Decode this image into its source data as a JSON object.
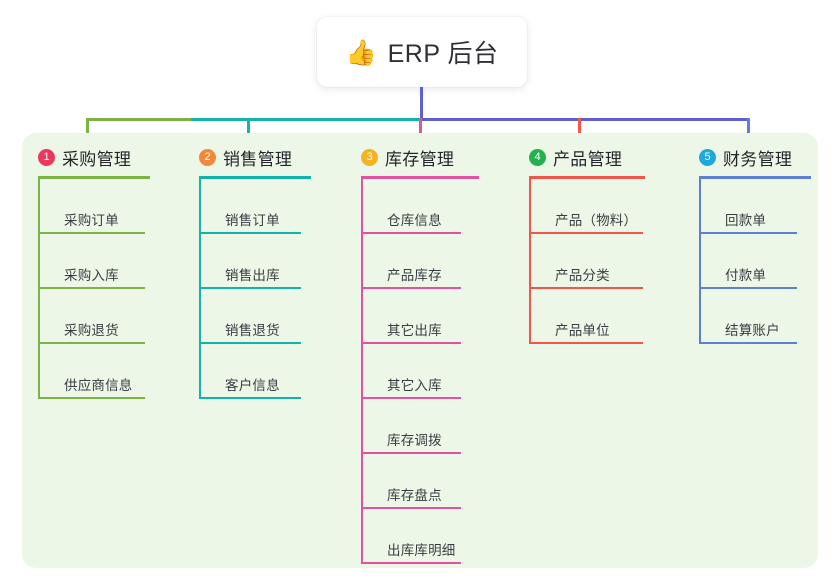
{
  "root": {
    "icon": "thumbs-up-icon",
    "emoji": "👍",
    "title": "ERP 后台"
  },
  "connector_colors": {
    "root_stem": "#5d5fd4",
    "bus_green": "#7cb342",
    "bus_teal": "#12b3a8",
    "bus_purple": "#5d5fd4"
  },
  "panel": {
    "background": "#edf7e8"
  },
  "columns": [
    {
      "number": "1",
      "title": "采购管理",
      "badge_color": "#ec3860",
      "line_color": "#7cb342",
      "items": [
        {
          "label": "采购订单"
        },
        {
          "label": "采购入库"
        },
        {
          "label": "采购退货"
        },
        {
          "label": "供应商信息"
        }
      ]
    },
    {
      "number": "2",
      "title": "销售管理",
      "badge_color": "#f0893c",
      "line_color": "#12b3a8",
      "items": [
        {
          "label": "销售订单"
        },
        {
          "label": "销售出库"
        },
        {
          "label": "销售退货"
        },
        {
          "label": "客户信息"
        }
      ]
    },
    {
      "number": "3",
      "title": "库存管理",
      "badge_color": "#f5b324",
      "line_color": "#e252a0",
      "items": [
        {
          "label": "仓库信息"
        },
        {
          "label": "产品库存"
        },
        {
          "label": "其它出库"
        },
        {
          "label": "其它入库"
        },
        {
          "label": "库存调拨"
        },
        {
          "label": "库存盘点"
        },
        {
          "label": "出库库明细"
        }
      ]
    },
    {
      "number": "4",
      "title": "产品管理",
      "badge_color": "#22b14c",
      "line_color": "#f0564a",
      "items": [
        {
          "label": "产品（物料）"
        },
        {
          "label": "产品分类"
        },
        {
          "label": "产品单位"
        }
      ]
    },
    {
      "number": "5",
      "title": "财务管理",
      "badge_color": "#1fa8dc",
      "line_color": "#5d7fd4",
      "items": [
        {
          "label": "回款单"
        },
        {
          "label": "付款单"
        },
        {
          "label": "结算账户"
        }
      ]
    }
  ]
}
